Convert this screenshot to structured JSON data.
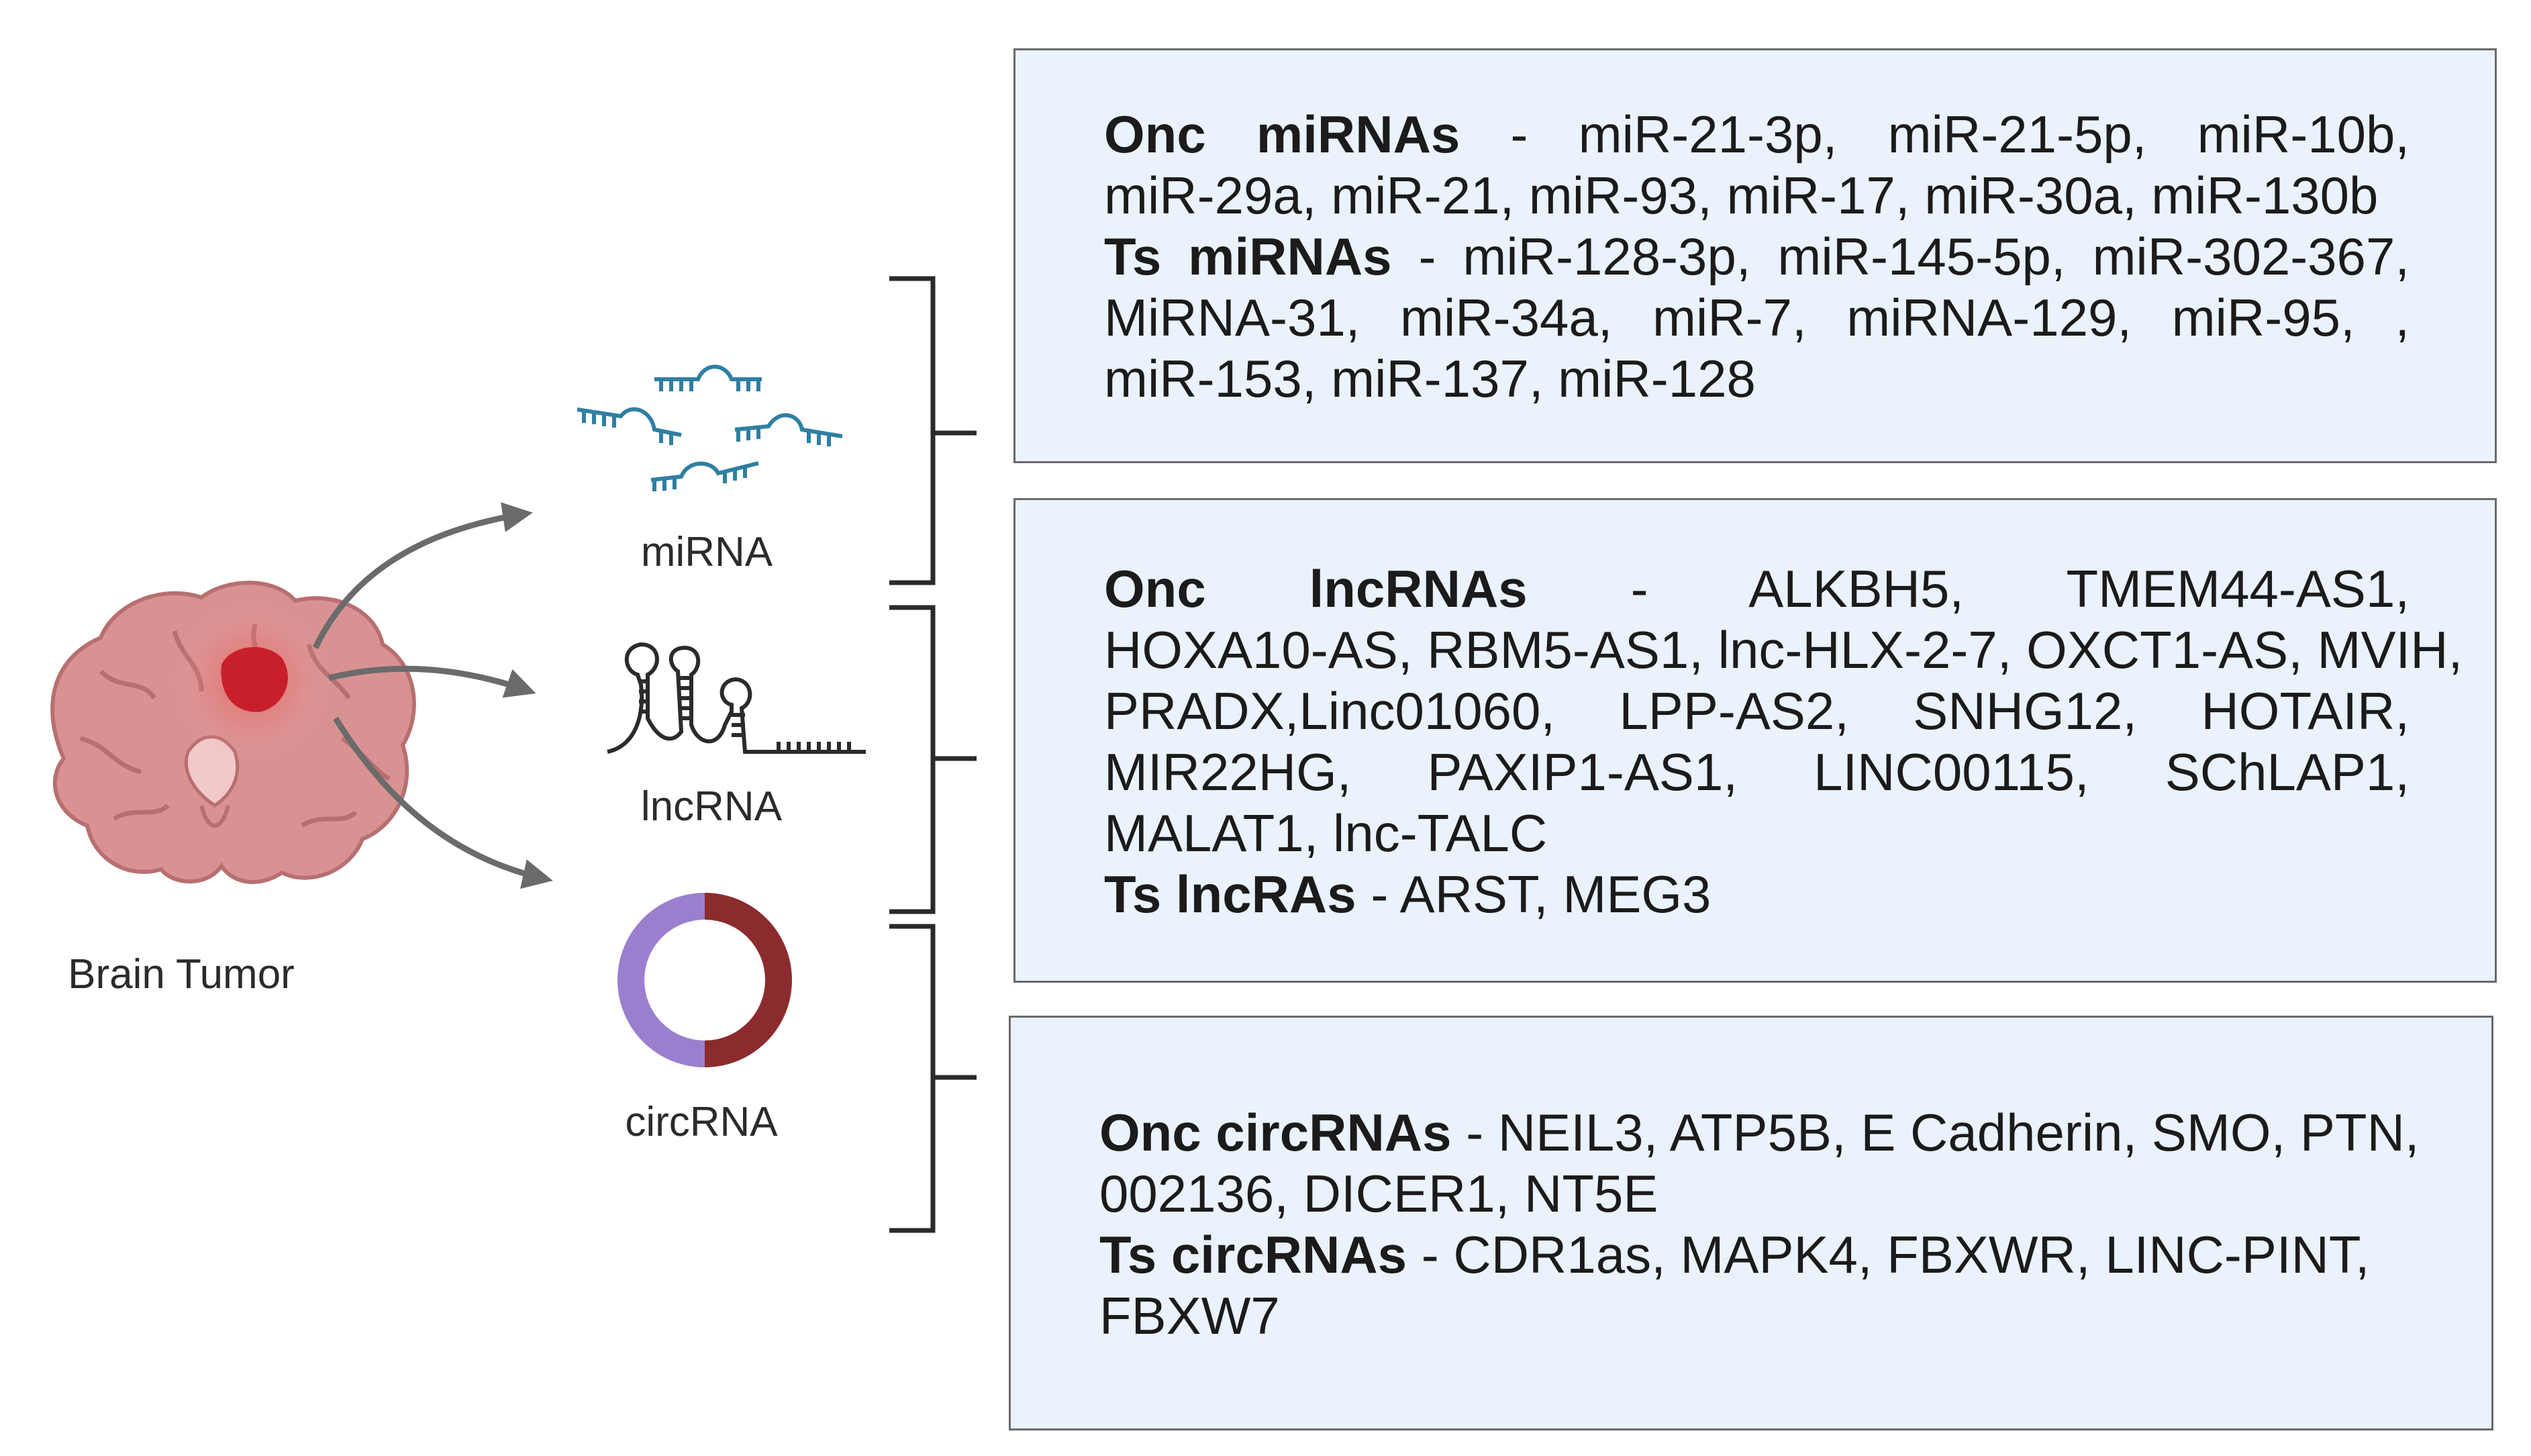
{
  "labels": {
    "brain": "Brain Tumor",
    "mirna": "miRNA",
    "lncrna": "lncRNA",
    "circrna": "circRNA"
  },
  "boxes": {
    "mirna": {
      "lines": [
        {
          "bold": "Onc  miRNAs",
          "rest": "  -     miR-21-3p,  miR-21-5p,   miR-10b,"
        },
        {
          "bold": "",
          "rest": "miR-29a, miR-21, miR-93, miR-17, miR-30a, miR-130b"
        },
        {
          "bold": "Ts miRNAs",
          "rest": " -     miR-128-3p, miR-145-5p, miR-302-367,"
        },
        {
          "bold": "",
          "rest": "MiRNA-31,  miR-34a,  miR-7,    miRNA-129,  miR-95,  ,"
        },
        {
          "bold": "",
          "rest": "miR-153, miR-137,  miR-128"
        }
      ]
    },
    "lncrna": {
      "lines": [
        {
          "bold": "Onc  lncRNAs",
          "rest": "  -     ALKBH5,          TMEM44-AS1,"
        },
        {
          "bold": "",
          "rest": "HOXA10-AS, RBM5-AS1, lnc-HLX-2-7, OXCT1-AS, MVIH,"
        },
        {
          "bold": "",
          "rest": "PRADX,Linc01060,   LPP-AS2,   SNHG12,   HOTAIR,"
        },
        {
          "bold": "",
          "rest": "MIR22HG,       PAXIP1-AS1,  LINC00115,  SChLAP1,"
        },
        {
          "bold": "",
          "rest": "MALAT1, lnc-TALC"
        },
        {
          "bold": "Ts lncRAs",
          "rest": "  -  ARST,  MEG3"
        }
      ]
    },
    "circrna": {
      "lines": [
        {
          "bold": "Onc circRNAs",
          "rest": " - NEIL3, ATP5B, E Cadherin, SMO, PTN,"
        },
        {
          "bold": "",
          "rest": " 002136, DICER1, NT5E"
        },
        {
          "bold": "Ts circRNAs",
          "rest": " -   CDR1as, MAPK4, FBXWR, LINC-PINT,"
        },
        {
          "bold": "",
          "rest": " FBXW7"
        }
      ]
    }
  },
  "colors": {
    "box_fill": "#eaf2fb",
    "box_border": "#6a6a6a",
    "arrow": "#6b6b6b",
    "bracket": "#2a2a2a",
    "mirna_icon": "#2f7fa3",
    "brain_tissue": "#d98f8f",
    "tumor": "#c8202a",
    "circ_purple": "#9b7fcf",
    "circ_maroon": "#8b2b2e"
  },
  "icons": {
    "brain": "brain-tumor-icon",
    "mirna": "mirna-strands-icon",
    "lncrna": "lncrna-hairpin-icon",
    "circrna": "circrna-ring-icon"
  }
}
